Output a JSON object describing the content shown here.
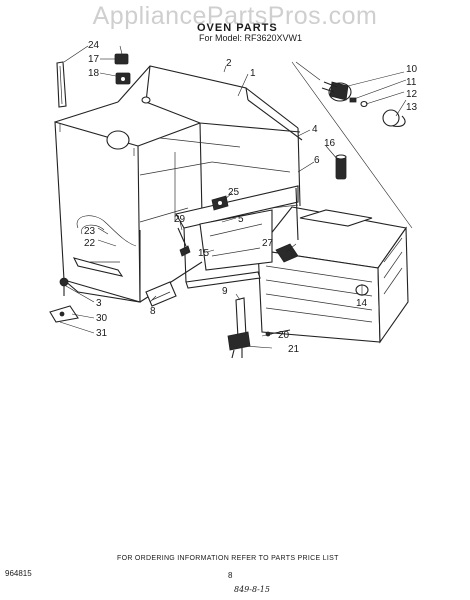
{
  "watermark": "AppliancePartsPros.com",
  "header": {
    "title": "OVEN PARTS",
    "model_line": "For Model: RF3620XVW1"
  },
  "callouts": [
    "24",
    "17",
    "18",
    "2",
    "1",
    "10",
    "11",
    "12",
    "13",
    "4",
    "16",
    "6",
    "25",
    "29",
    "5",
    "15",
    "27",
    "23",
    "22",
    "14",
    "9",
    "3",
    "8",
    "30",
    "31",
    "20",
    "21"
  ],
  "footer": {
    "ordering_note": "FOR ORDERING INFORMATION REFER TO PARTS PRICE LIST",
    "doc_number": "964815",
    "page_number": "8",
    "handwritten_note": "849-8-15"
  }
}
